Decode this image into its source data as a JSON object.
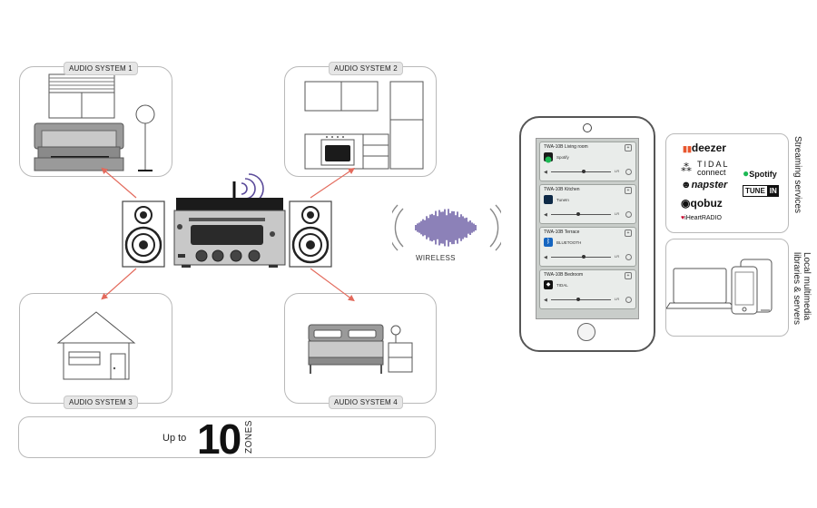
{
  "rooms": {
    "system1": "AUDIO SYSTEM 1",
    "system2": "AUDIO SYSTEM 2",
    "system3": "AUDIO SYSTEM 3",
    "system4": "AUDIO SYSTEM 4"
  },
  "zones": {
    "prefix": "Up to",
    "number": "10",
    "word": "ZONES"
  },
  "wireless_label": "WIRELESS",
  "phone": {
    "zones": [
      {
        "title": "TWA-10B Living room",
        "source": "Spotify",
        "icon": "spotify-icon",
        "icon_color": "#1a1a1a",
        "volume": 0.55
      },
      {
        "title": "TWA-10B Kitchen",
        "source": "TuneIn",
        "icon": "tunein-icon",
        "icon_color": "#0e2a47",
        "volume": 0.45
      },
      {
        "title": "TWA-10B Terrace",
        "source": "BLUETOOTH",
        "icon": "bluetooth-icon",
        "icon_color": "#1565c0",
        "volume": 0.55
      },
      {
        "title": "TWA-10B Bedroom",
        "source": "TIDAL",
        "icon": "tidal-icon",
        "icon_color": "#111111",
        "volume": 0.45
      }
    ],
    "lr_label": "LR"
  },
  "services": {
    "title": "Streaming services",
    "deezer": "deezer",
    "tidal_top": "TIDAL",
    "tidal_bottom": "connect",
    "spotify": "Spotify",
    "napster": "napster",
    "qobuz": "qobuz",
    "tunein_a": "TUNE",
    "tunein_b": "IN",
    "iheart": "iHeartRADIO"
  },
  "local": {
    "title_line1": "Local multimedia",
    "title_line2": "libraries & servers"
  },
  "colors": {
    "arrow": "#e36a5c",
    "wave": "#5b4b9a",
    "spotify": "#1db954",
    "deezer": "#e8572f",
    "iheart": "#c6002b"
  }
}
